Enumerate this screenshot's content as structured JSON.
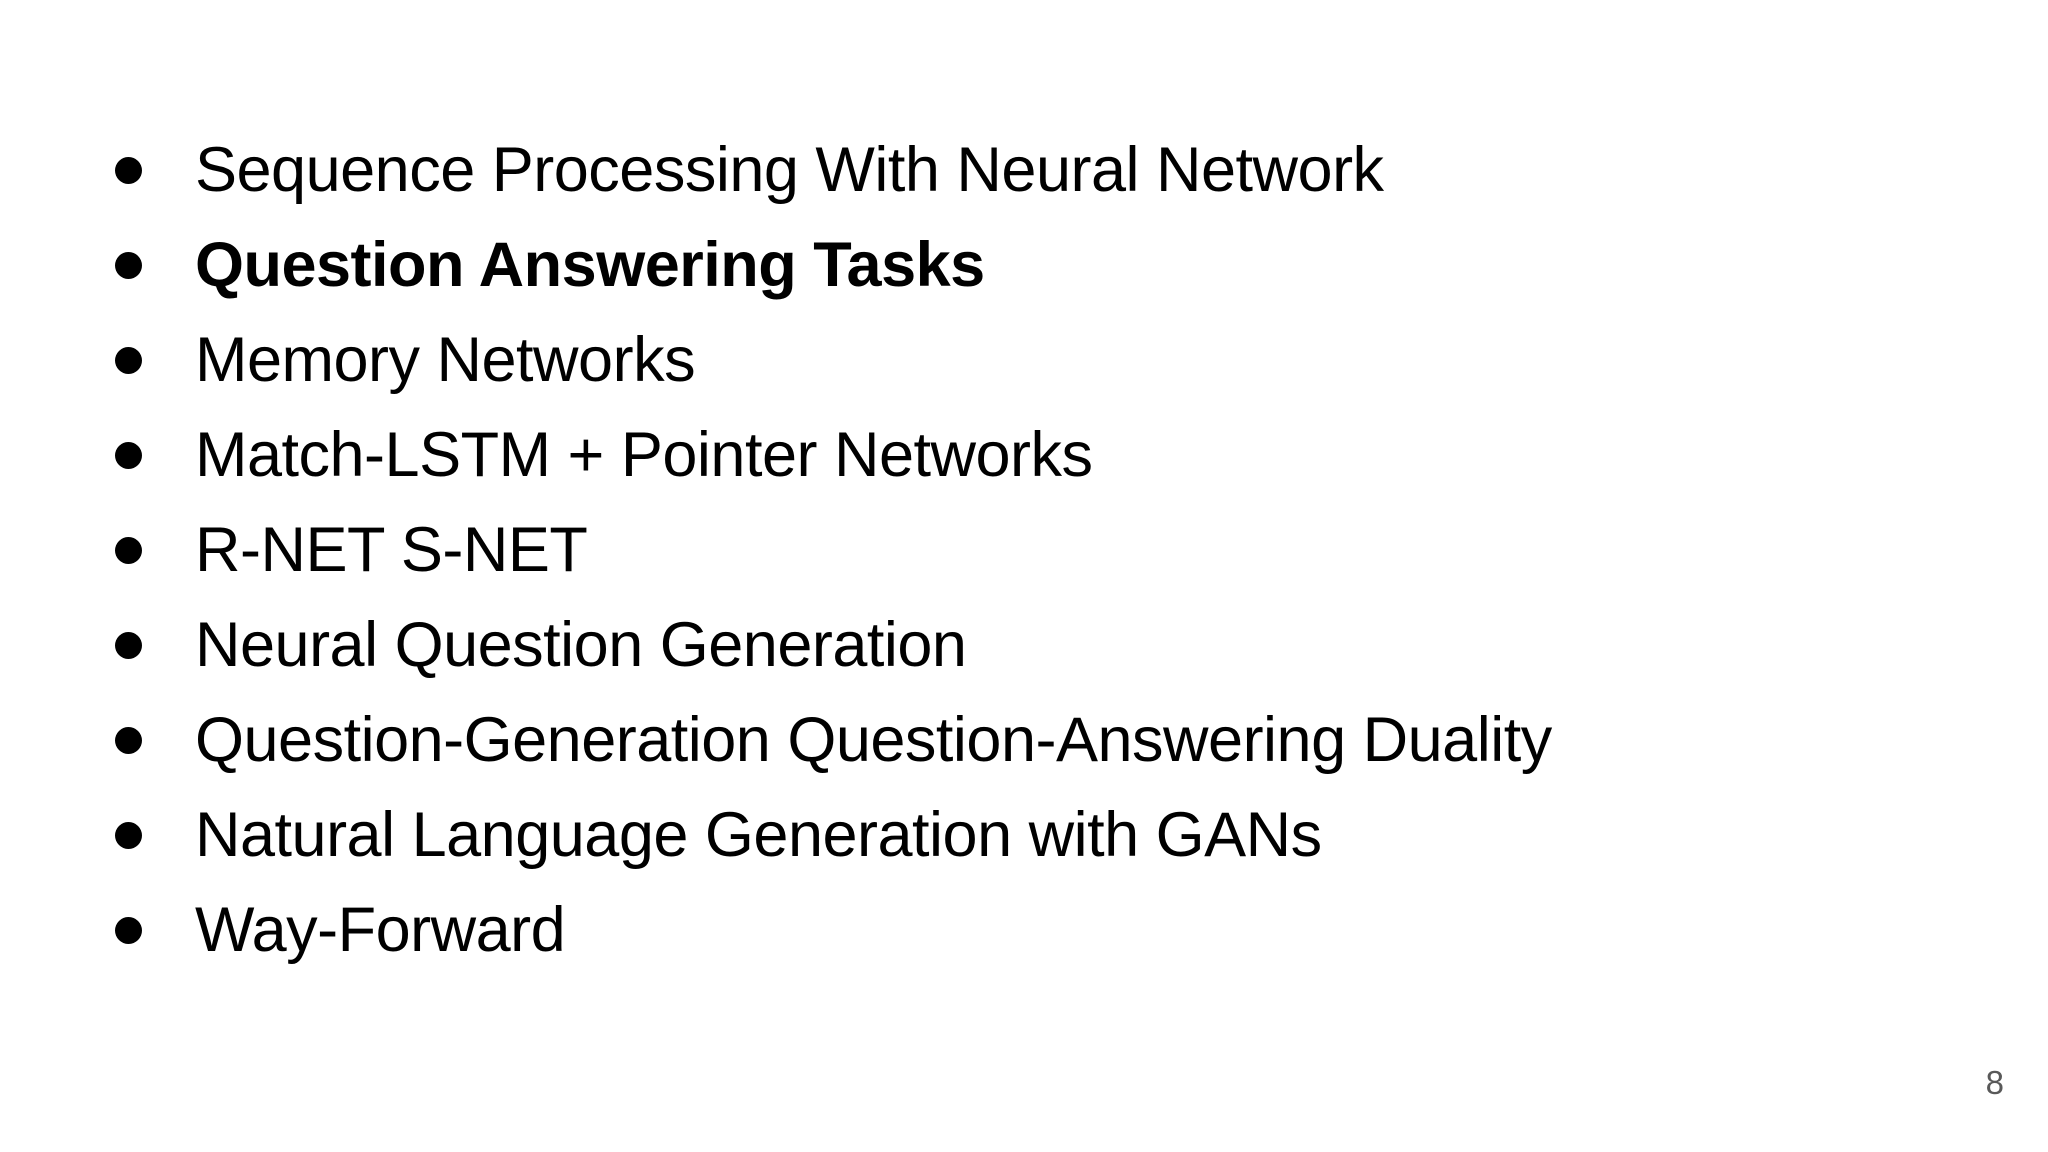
{
  "slide": {
    "background_color": "#ffffff",
    "text_color": "#000000",
    "bullet_color": "#000000",
    "page_number": "8",
    "page_number_color": "#595959",
    "bullets": [
      {
        "text": "Sequence Processing With Neural Network",
        "bold": false
      },
      {
        "text": "Question Answering Tasks",
        "bold": true
      },
      {
        "text": "Memory Networks",
        "bold": false
      },
      {
        "text": "Match-LSTM + Pointer Networks",
        "bold": false
      },
      {
        "text": "R-NET S-NET",
        "bold": false
      },
      {
        "text": "Neural Question Generation",
        "bold": false
      },
      {
        "text": "Question-Generation Question-Answering Duality",
        "bold": false
      },
      {
        "text": "Natural Language Generation with GANs",
        "bold": false
      },
      {
        "text": "Way-Forward",
        "bold": false
      }
    ]
  }
}
